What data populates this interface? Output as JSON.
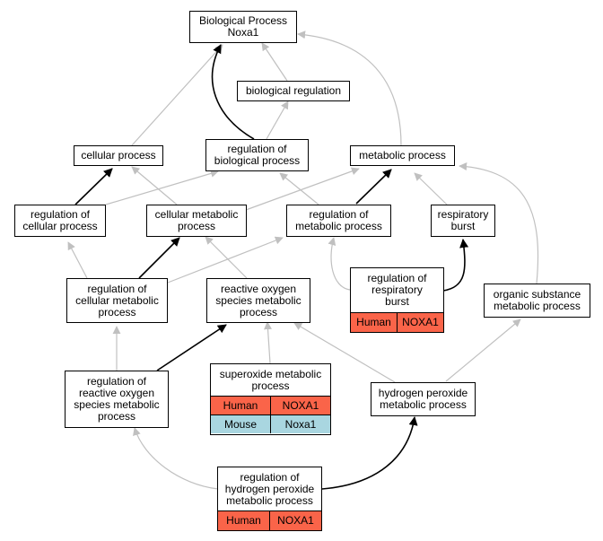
{
  "colors": {
    "grey_edge": "#c0c0c0",
    "black_edge": "#000000",
    "human": "#fa6449",
    "mouse": "#a9d6e0"
  },
  "nodes": {
    "bp_noxa1": [
      "Biological Process",
      "Noxa1"
    ],
    "bio_reg": [
      "biological regulation"
    ],
    "cellular_process": [
      "cellular process"
    ],
    "reg_bio_proc": [
      "regulation of",
      "biological process"
    ],
    "metabolic_process": [
      "metabolic process"
    ],
    "reg_cell_proc": [
      "regulation of",
      "cellular process"
    ],
    "cell_metab": [
      "cellular metabolic",
      "process"
    ],
    "reg_metab": [
      "regulation of",
      "metabolic process"
    ],
    "resp_burst": [
      "respiratory",
      "burst"
    ],
    "reg_cell_metab": [
      "regulation of",
      "cellular metabolic",
      "process"
    ],
    "ros_metab": [
      "reactive oxygen",
      "species metabolic",
      "process"
    ],
    "org_sub": [
      "organic substance",
      "metabolic process"
    ],
    "reg_ros": [
      "regulation of",
      "reactive oxygen",
      "species metabolic",
      "process"
    ],
    "h2o2_metab": [
      "hydrogen peroxide",
      "metabolic process"
    ]
  },
  "gene_nodes": {
    "reg_resp_burst": {
      "title": [
        "regulation of",
        "respiratory",
        "burst"
      ],
      "rows": [
        [
          "Human",
          "NOXA1"
        ]
      ]
    },
    "superoxide": {
      "title": [
        "superoxide metabolic",
        "process"
      ],
      "rows": [
        [
          "Human",
          "NOXA1"
        ],
        [
          "Mouse",
          "Noxa1"
        ]
      ]
    },
    "reg_h2o2": {
      "title": [
        "regulation of",
        "hydrogen peroxide",
        "metabolic process"
      ],
      "rows": [
        [
          "Human",
          "NOXA1"
        ]
      ]
    }
  }
}
